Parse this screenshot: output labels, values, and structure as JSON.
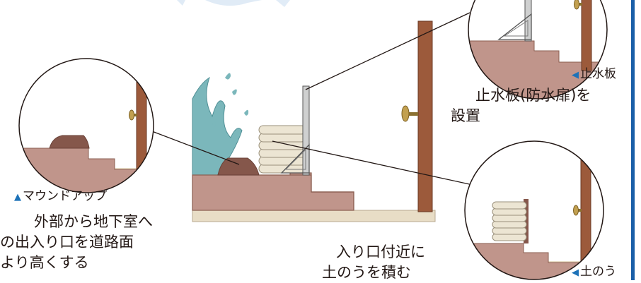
{
  "colors": {
    "wall": "#c0958b",
    "wall_edge": "#8b5f52",
    "door": "#9c5a3b",
    "ground": "#e8ddc6",
    "water": "#7bb7bb",
    "sandbag": "#ece5d3",
    "barrier": "#cfd0d0",
    "accent": "#1d72b8"
  },
  "labels": {
    "mound_caption": "マウンドアップ",
    "mound_desc_1": "外部から地下室へ",
    "mound_desc_2": "の出入り口を道路面",
    "mound_desc_3": "より高くする",
    "shisuiban_caption": "止水板",
    "shisuiban_desc_1": "止水板(防水扉)を",
    "shisuiban_desc_2": "設置",
    "sandbag_caption": "土のう",
    "sandbag_desc_1": "入り口付近に",
    "sandbag_desc_2": "土のうを積む"
  }
}
